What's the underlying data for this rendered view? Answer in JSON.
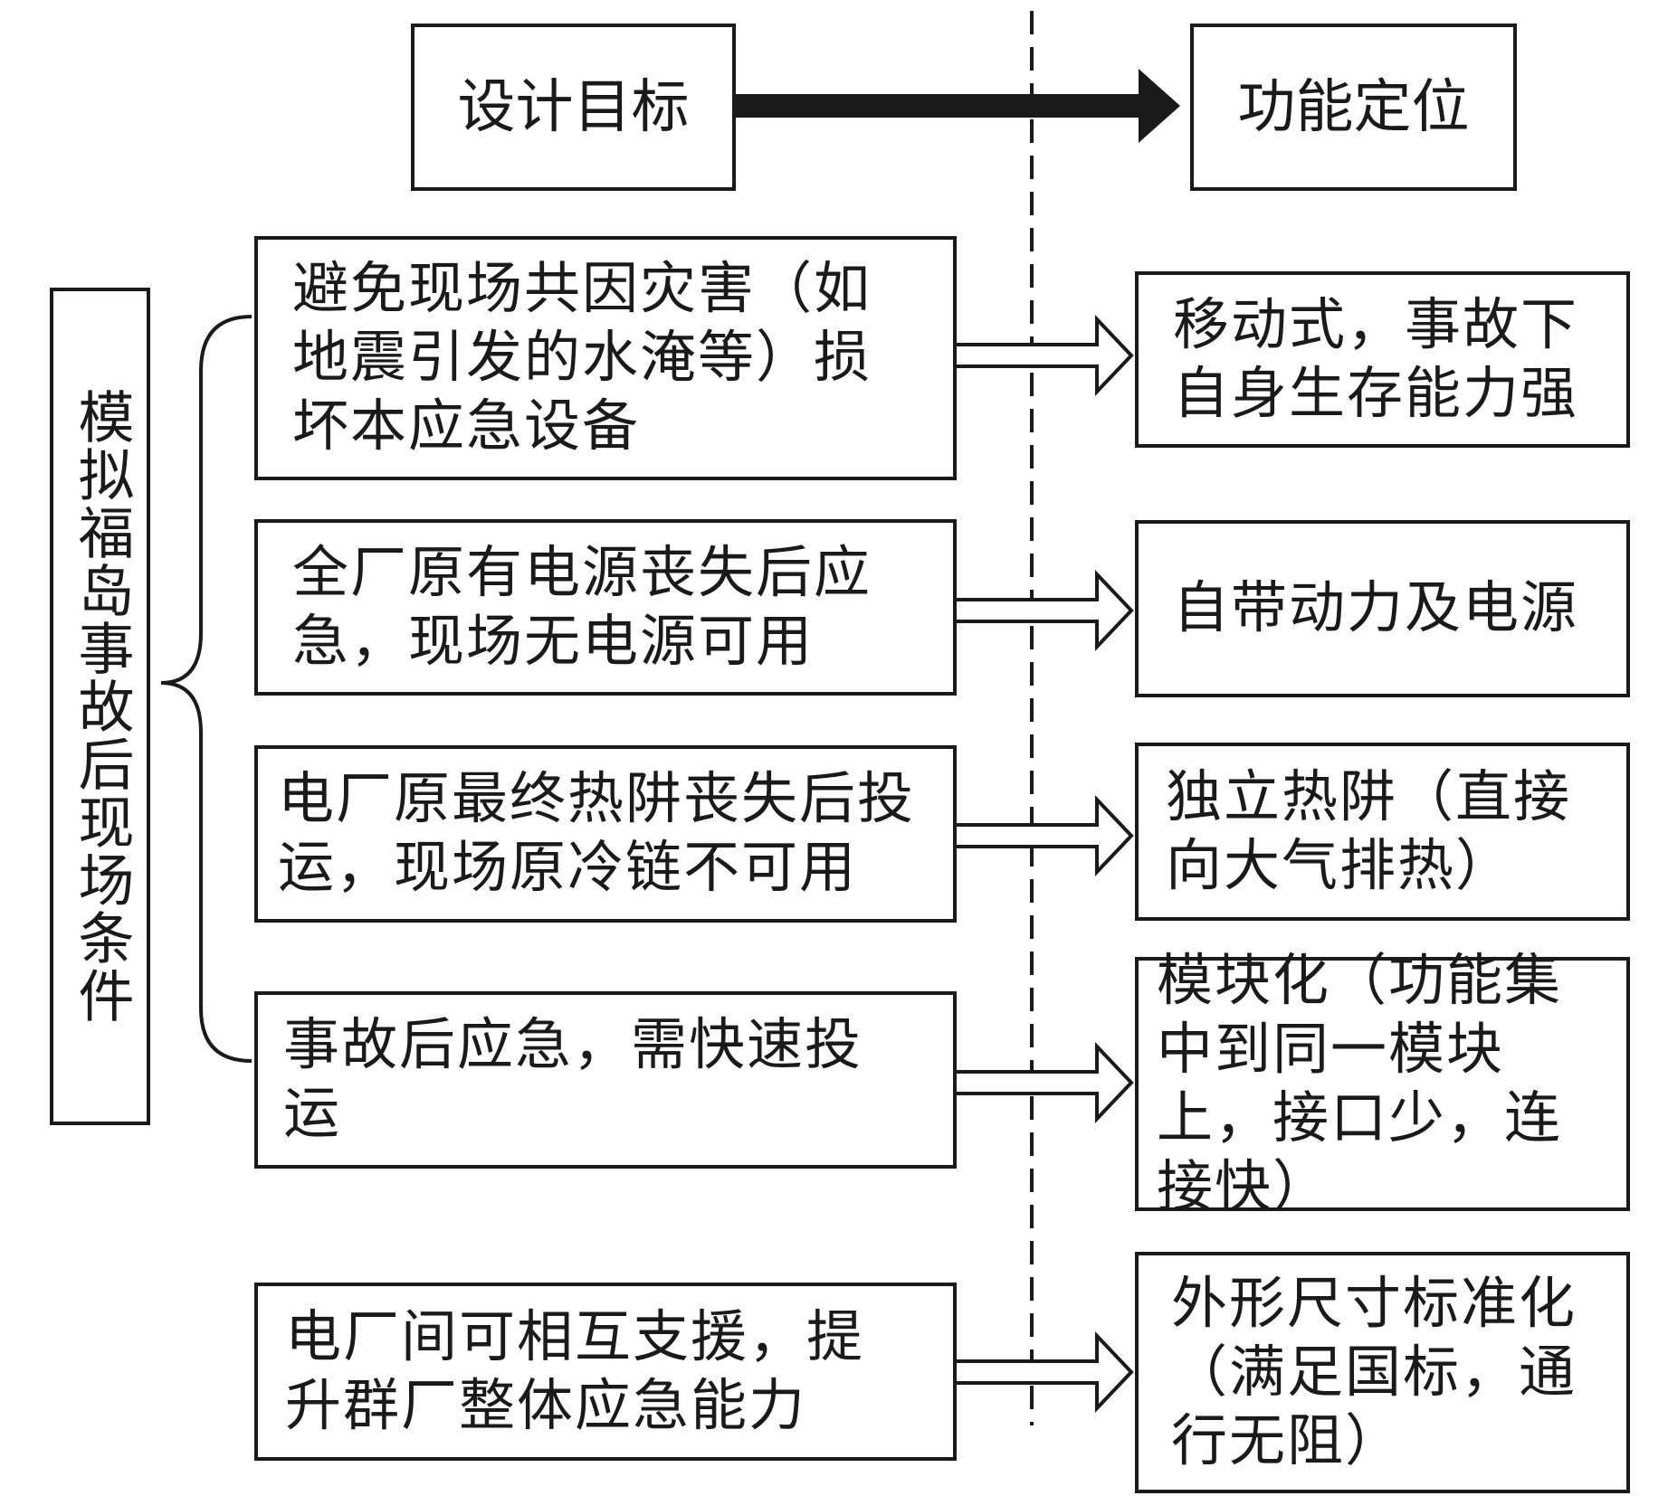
{
  "header": {
    "left": "设计目标",
    "right": "功能定位"
  },
  "side_label": "模拟福岛事故后现场条件",
  "rows": [
    {
      "condition": "避免现场共因灾害（如地震引发的水淹等）损坏本应急设备",
      "function": "移动式，事故下自身生存能力强"
    },
    {
      "condition": "全厂原有电源丧失后应急，现场无电源可用",
      "function": "自带动力及电源"
    },
    {
      "condition": "电厂原最终热阱丧失后投运，现场原冷链不可用",
      "function": "独立热阱（直接向大气排热）"
    },
    {
      "condition": "事故后应急，需快速投运",
      "function": "模块化（功能集中到同一模块上，接口少，连接快）"
    },
    {
      "condition": "电厂间可相互支援，提升群厂整体应急能力",
      "function": "外形尺寸标准化（满足国标，通行无阻）"
    }
  ]
}
